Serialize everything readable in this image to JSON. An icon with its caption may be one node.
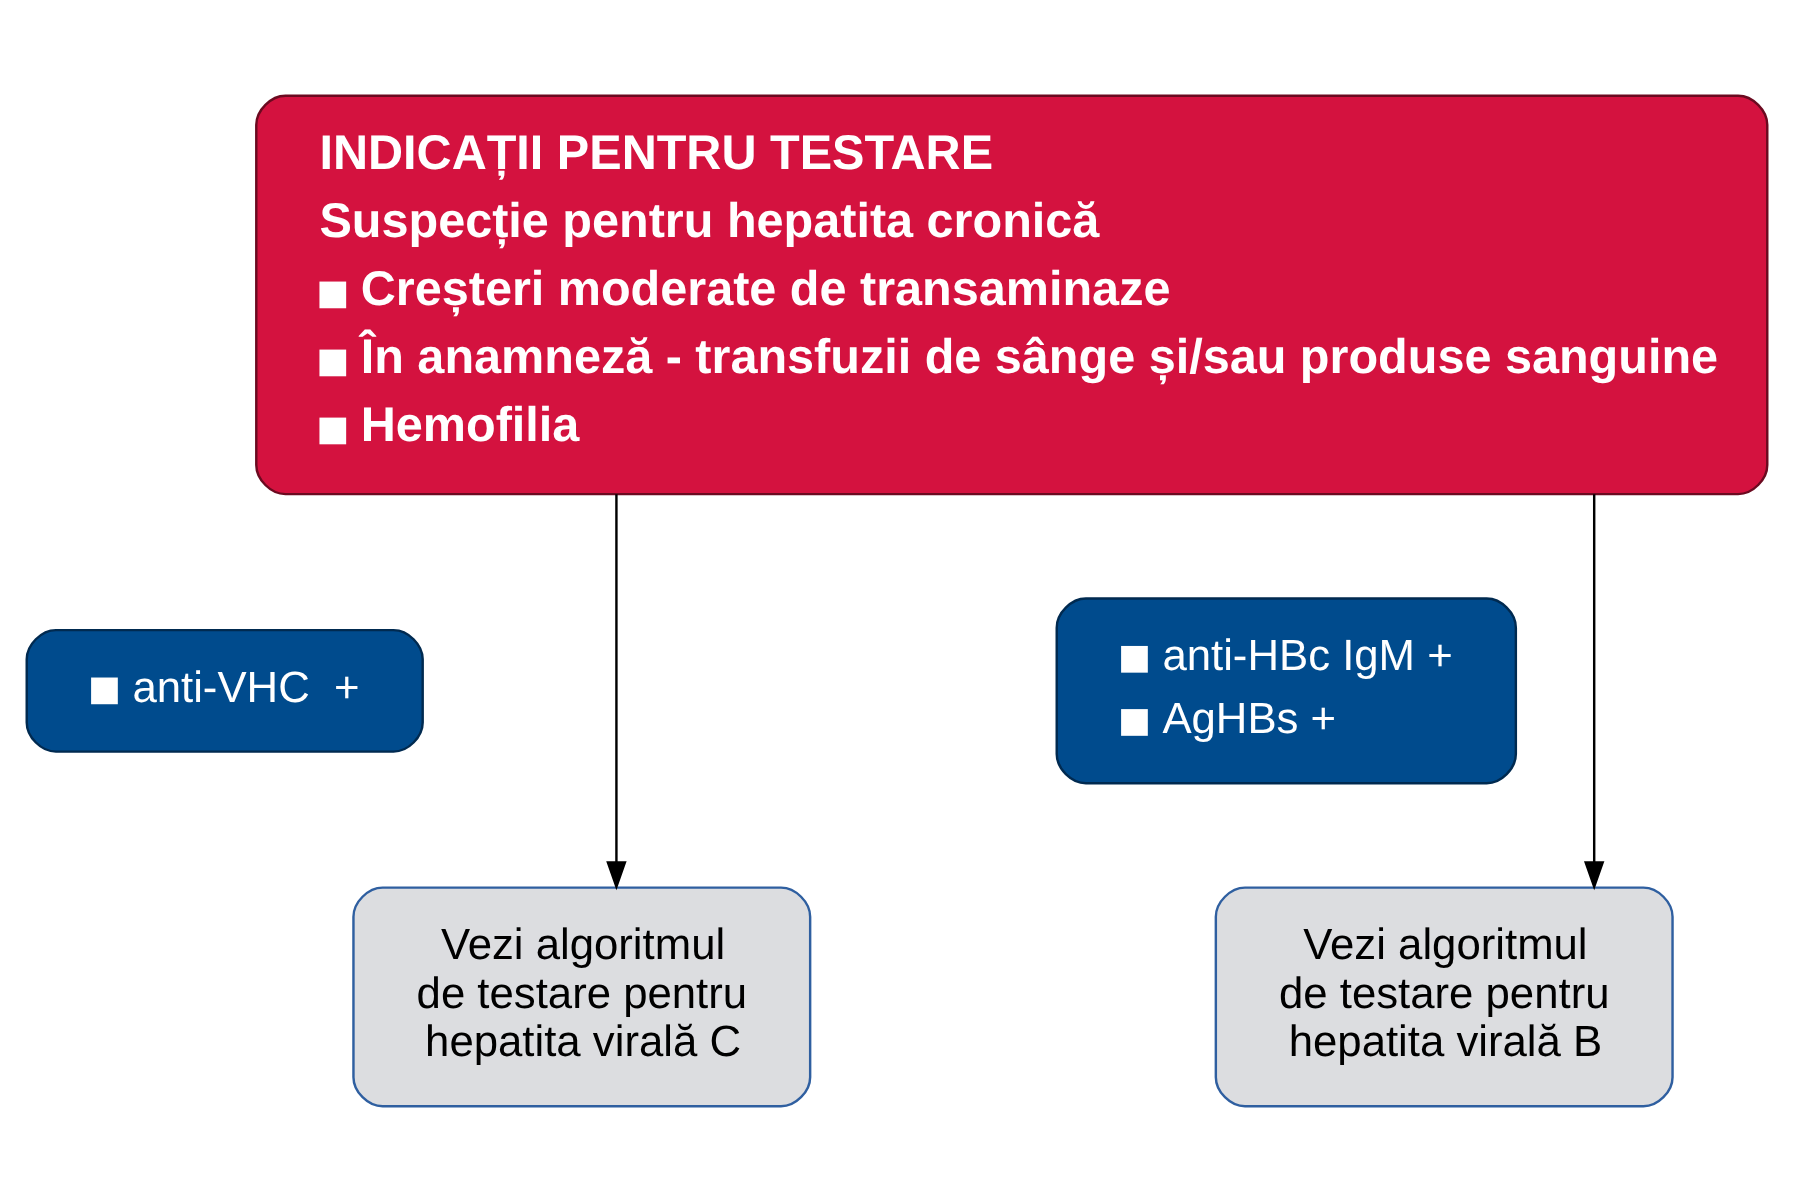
{
  "diagram": {
    "nodes": [
      {
        "text": [
          "INDICAȚII PENTRU TESTARE",
          "Suspecție pentru hepatita cronică",
          "Creșteri moderate de transaminaze",
          "În anamneză - transfuzii de sânge și/sau produse sanguine",
          "Hemofilia"
        ]
      },
      {
        "text": [
          "anti-VHC  +"
        ]
      },
      {
        "text": [
          "anti-HBc IgM +",
          "AgHBs +"
        ]
      },
      {
        "text": [
          "Vezi algoritmul de testare pentru hepatita virală C"
        ]
      },
      {
        "text": [
          "Vezi algoritmul de testare pentru hepatita virală B"
        ]
      }
    ],
    "edges": [
      {
        "from": 0,
        "to": 3,
        "arrow": "to"
      },
      {
        "from": 0,
        "to": 4,
        "arrow": "to"
      }
    ]
  }
}
